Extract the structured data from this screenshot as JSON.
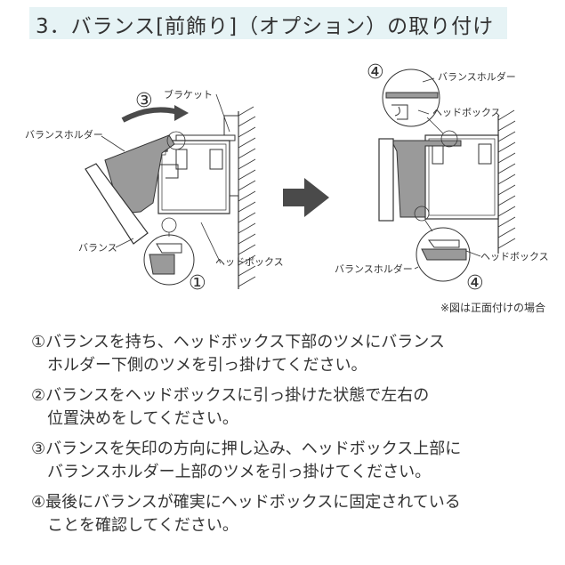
{
  "title": "3．バランス[前飾り]（オプション）の取り付け",
  "figure": {
    "left_labels": {
      "bracket": "ブラケット",
      "valance_holder": "バランスホルダー",
      "valance": "バランス",
      "headbox": "ヘッドボックス",
      "step3": "③",
      "step1": "①"
    },
    "right_labels": {
      "valance_holder_top": "バランスホルダー",
      "headbox": "ヘッドボックス",
      "headbox_bottom": "ヘッドボックス",
      "valance_holder_bottom": "バランスホルダー",
      "step4_top": "④",
      "step4_bottom": "④"
    },
    "colors": {
      "gray_part": "#9a9a9a",
      "line": "#333333",
      "arrow": "#4a4a4a"
    }
  },
  "note": "※図は正面付けの場合",
  "steps": [
    {
      "line1": "①バランスを持ち、ヘッドボックス下部のツメにバランス",
      "line2": "ホルダー下側のツメを引っ掛けてください。"
    },
    {
      "line1": "②バランスをヘッドボックスに引っ掛けた状態で左右の",
      "line2": "位置決めをしてください。"
    },
    {
      "line1": "③バランスを矢印の方向に押し込み、ヘッドボックス上部に",
      "line2": "バランスホルダー上部のツメを引っ掛けてください。"
    },
    {
      "line1": "④最後にバランスが確実にヘッドボックスに固定されている",
      "line2": "ことを確認してください。"
    }
  ]
}
